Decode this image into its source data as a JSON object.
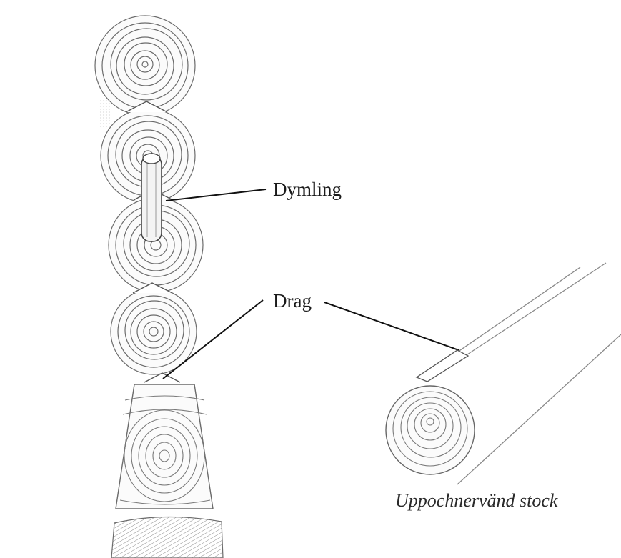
{
  "labels": {
    "dymling": "Dymling",
    "drag": "Drag"
  },
  "caption": "Uppochnervänd stock",
  "colors": {
    "ink": "#1a1a1a",
    "pencil": "#6b6b6b",
    "shade": "#9a9a9a",
    "paper": "#ffffff"
  }
}
